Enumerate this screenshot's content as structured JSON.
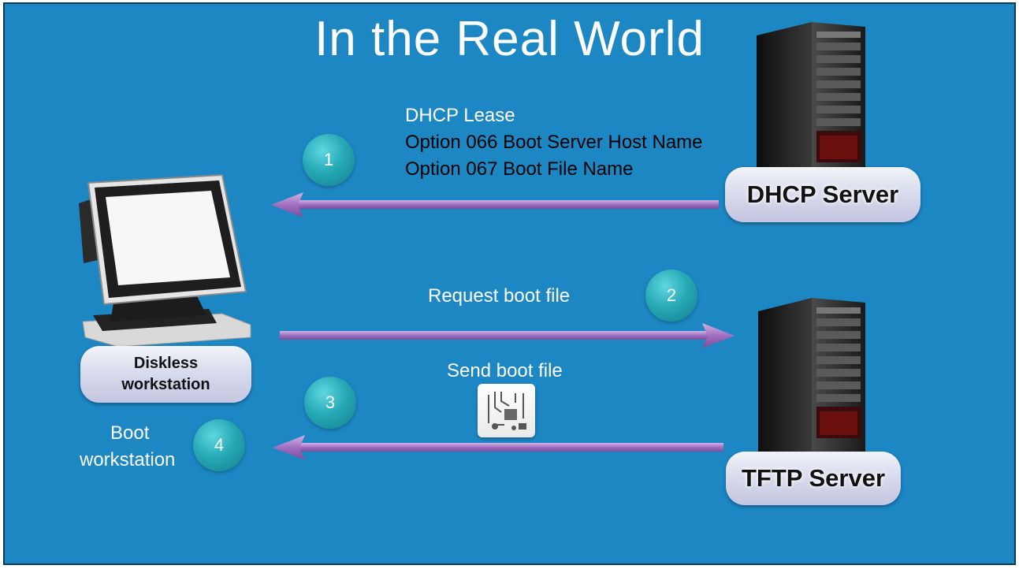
{
  "title": "In the Real World",
  "dhcp_message": {
    "lines": [
      "DHCP Lease",
      "Option 066 Boot Server Host Name",
      "Option 067 Boot File Name"
    ]
  },
  "request_label": "Request boot file",
  "send_label": "Send boot file",
  "boot_label": [
    "Boot",
    "workstation"
  ],
  "steps": [
    "1",
    "2",
    "3",
    "4"
  ],
  "servers": {
    "dhcp": "DHCP Server",
    "tftp": "TFTP Server"
  },
  "workstation_label": [
    "Diskless",
    "workstation"
  ],
  "colors": {
    "background": "#1d87c4",
    "arrow": "#a06fc0",
    "badge": "#27a9b6"
  },
  "icons": {
    "workstation": "pos-terminal-icon",
    "server": "tower-server-icon",
    "boot_file": "circuit-board-file-icon"
  }
}
